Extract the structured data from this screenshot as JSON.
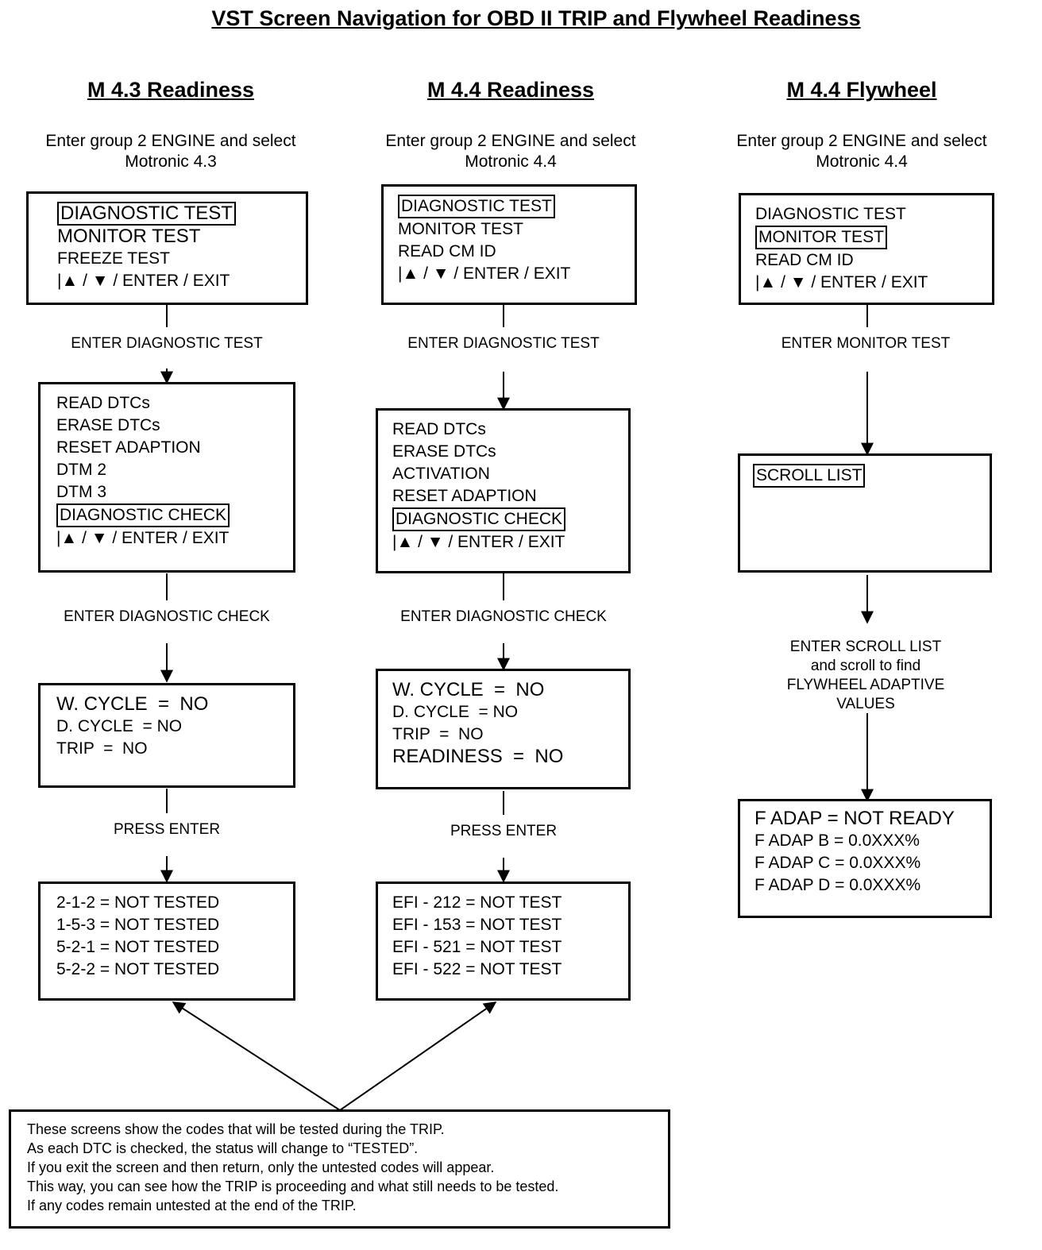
{
  "title": "VST Screen Navigation for OBD II TRIP and Flywheel Readiness",
  "columns": [
    {
      "heading": "M 4.3 Readiness",
      "intro": [
        "Enter group 2 ENGINE and select",
        "Motronic 4.3"
      ],
      "screen1": [
        "DIAGNOSTIC TEST",
        "MONITOR TEST",
        "FREEZE TEST",
        "|▲ / ▼ / ENTER / EXIT"
      ],
      "step1": "ENTER DIAGNOSTIC TEST",
      "screen2": [
        "READ DTCs",
        "ERASE DTCs",
        "RESET ADAPTION",
        "DTM 2",
        "DTM 3",
        "DIAGNOSTIC CHECK",
        "|▲ / ▼ / ENTER / EXIT"
      ],
      "step2": "ENTER DIAGNOSTIC CHECK",
      "screen3": [
        "W. CYCLE  =  NO",
        "D. CYCLE  = NO",
        "TRIP  =  NO"
      ],
      "step3": "PRESS ENTER",
      "screen4": [
        "2-1-2 = NOT TESTED",
        "1-5-3 = NOT TESTED",
        "5-2-1 = NOT TESTED",
        "5-2-2 = NOT TESTED"
      ]
    },
    {
      "heading": "M 4.4 Readiness",
      "intro": [
        "Enter group 2 ENGINE and select",
        "Motronic 4.4"
      ],
      "screen1": [
        "DIAGNOSTIC TEST",
        "MONITOR TEST",
        "READ CM ID",
        "|▲ / ▼ / ENTER / EXIT"
      ],
      "step1": "ENTER DIAGNOSTIC TEST",
      "screen2": [
        "READ DTCs",
        "ERASE DTCs",
        "ACTIVATION",
        "RESET ADAPTION",
        "DIAGNOSTIC CHECK",
        "|▲ / ▼ / ENTER / EXIT"
      ],
      "step2": "ENTER DIAGNOSTIC CHECK",
      "screen3": [
        "W. CYCLE  =  NO",
        "D. CYCLE  = NO",
        "TRIP  =  NO",
        "READINESS  =  NO"
      ],
      "step3": "PRESS ENTER",
      "screen4": [
        "EFI - 212 = NOT TEST",
        "EFI - 153 = NOT TEST",
        "EFI - 521 = NOT TEST",
        "EFI - 522 = NOT TEST"
      ]
    },
    {
      "heading": "M 4.4 Flywheel",
      "intro": [
        "Enter group 2 ENGINE and select",
        "Motronic 4.4"
      ],
      "screen1": [
        "DIAGNOSTIC TEST",
        "MONITOR TEST",
        "READ CM ID",
        "|▲ / ▼ / ENTER / EXIT"
      ],
      "step1": "ENTER MONITOR TEST",
      "screen2": [
        "SCROLL LIST"
      ],
      "step2": [
        "ENTER SCROLL LIST",
        "and scroll to find",
        "FLYWHEEL ADAPTIVE",
        "VALUES"
      ],
      "screen3": [
        "F ADAP = NOT READY",
        "F ADAP B = 0.0XXX%",
        "F ADAP C = 0.0XXX%",
        "F ADAP D = 0.0XXX%"
      ]
    }
  ],
  "note": [
    "These screens show the codes that will be tested during the TRIP.",
    "As each DTC is checked, the status will change to “TESTED”.",
    "If you exit the screen and then return, only the untested codes will appear.",
    "This way, you can see how the TRIP is proceeding and what still needs to be tested.",
    "If any codes remain untested at the end of the TRIP."
  ]
}
